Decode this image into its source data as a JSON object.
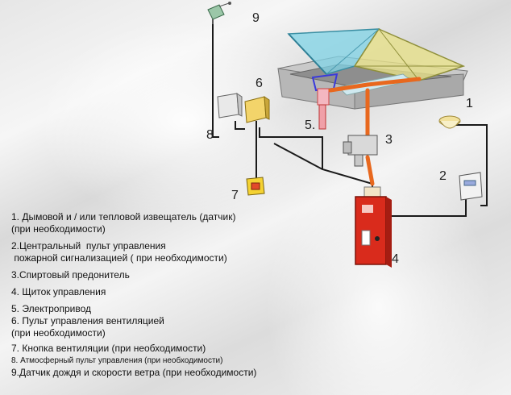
{
  "numbers": {
    "n1": "1",
    "n2": "2",
    "n3": "3",
    "n4": "4",
    "n5": "5.",
    "n6": "6",
    "n7": "7",
    "n8": "8",
    "n9": "9"
  },
  "legend": [
    "1. Дымовой и / или тепловой извещатель (датчик)",
    "(при необходимости)",
    "2.Центральный  пульт управления",
    " пожарной сигнализацией ( при необходимости)",
    "3.Спиртовый предонитель",
    "4. Щиток управления",
    "5. Электропривод",
    "6. Пульт управления вентиляцией",
    "(при необходимости)",
    "7. Кнопка вентиляции (при необходимости)",
    "8. Атмосферный пульт управления (при необходимости)",
    "9.Датчик дождя и скорости ветра (при необходимости)"
  ],
  "colors": {
    "pipe": "#e8681e",
    "cabinet": "#d92b1c",
    "wire": "#1a1a1a",
    "hatch_glass": "#7fd3e6",
    "hatch_yellow": "#e6e08a"
  }
}
